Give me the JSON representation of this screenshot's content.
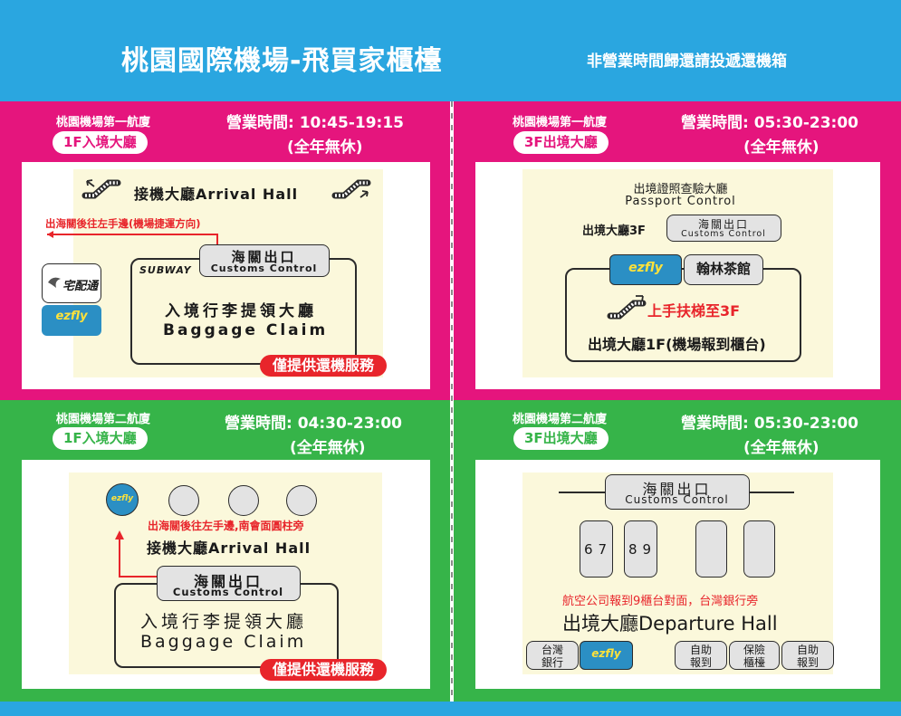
{
  "header": {
    "title": "桃園國際機場-飛買家櫃檯",
    "note": "非營業時間歸還請投遞還機箱"
  },
  "colors": {
    "header": "#2aa6e0",
    "terminal1": "#e5157d",
    "terminal2": "#36b449",
    "alert": "#e8252b",
    "map_bg": "#fbf8db"
  },
  "t1_arrival": {
    "terminal": "桃園機場第一航廈",
    "hall": "1F入境大廳",
    "hours": "營業時間: 10:45-19:15",
    "year_round": "(全年無休)",
    "arrival_hall": "接機大廳Arrival Hall",
    "direction_note": "出海關後往左手邊(機場捷運方向)",
    "customs_cn": "海關出口",
    "customs_en": "Customs Control",
    "subway": "SUBWAY",
    "delivery_logo": "宅配通",
    "ezfly_logo": "ezfly",
    "baggage_cn": "入境行李提領大廳",
    "baggage_en": "Baggage Claim",
    "return_only": "僅提供還機服務"
  },
  "t1_departure": {
    "terminal": "桃園機場第一航廈",
    "hall": "3F出境大廳",
    "hours": "營業時間: 05:30-23:00",
    "year_round": "(全年無休)",
    "passport_cn": "出境證照查驗大廳",
    "passport_en": "Passport Control",
    "departure_3f": "出境大廳3F",
    "customs_cn": "海關出口",
    "customs_en": "Customs Control",
    "ezfly_logo": "ezfly",
    "tea_house": "翰林茶館",
    "escalator_note": "上手扶梯至3F",
    "departure_1f": "出境大廳1F(機場報到櫃台)"
  },
  "t2_arrival": {
    "terminal": "桃園機場第二航廈",
    "hall": "1F入境大廳",
    "hours": "營業時間: 04:30-23:00",
    "year_round": "(全年無休)",
    "ezfly_logo": "ezfly",
    "direction_note": "出海關後往左手邊,南會面圓柱旁",
    "arrival_hall": "接機大廳Arrival Hall",
    "customs_cn": "海關出口",
    "customs_en": "Customs Control",
    "baggage_cn": "入境行李提領大廳",
    "baggage_en": "Baggage Claim",
    "return_only": "僅提供還機服務"
  },
  "t2_departure": {
    "terminal": "桃園機場第二航廈",
    "hall": "3F出境大廳",
    "hours": "營業時間: 05:30-23:00",
    "year_round": "(全年無休)",
    "customs_cn": "海關出口",
    "customs_en": "Customs Control",
    "counters": [
      "6",
      "7",
      "8",
      "9"
    ],
    "counter_note": "航空公司報到9櫃台對面，台灣銀行旁",
    "departure_hall": "出境大廳Departure Hall",
    "bank_line1": "台灣",
    "bank_line2": "銀行",
    "ezfly_logo": "ezfly",
    "self_checkin1_line1": "自助",
    "self_checkin1_line2": "報到",
    "insurance_line1": "保險",
    "insurance_line2": "櫃檯",
    "self_checkin2_line1": "自助",
    "self_checkin2_line2": "報到"
  }
}
